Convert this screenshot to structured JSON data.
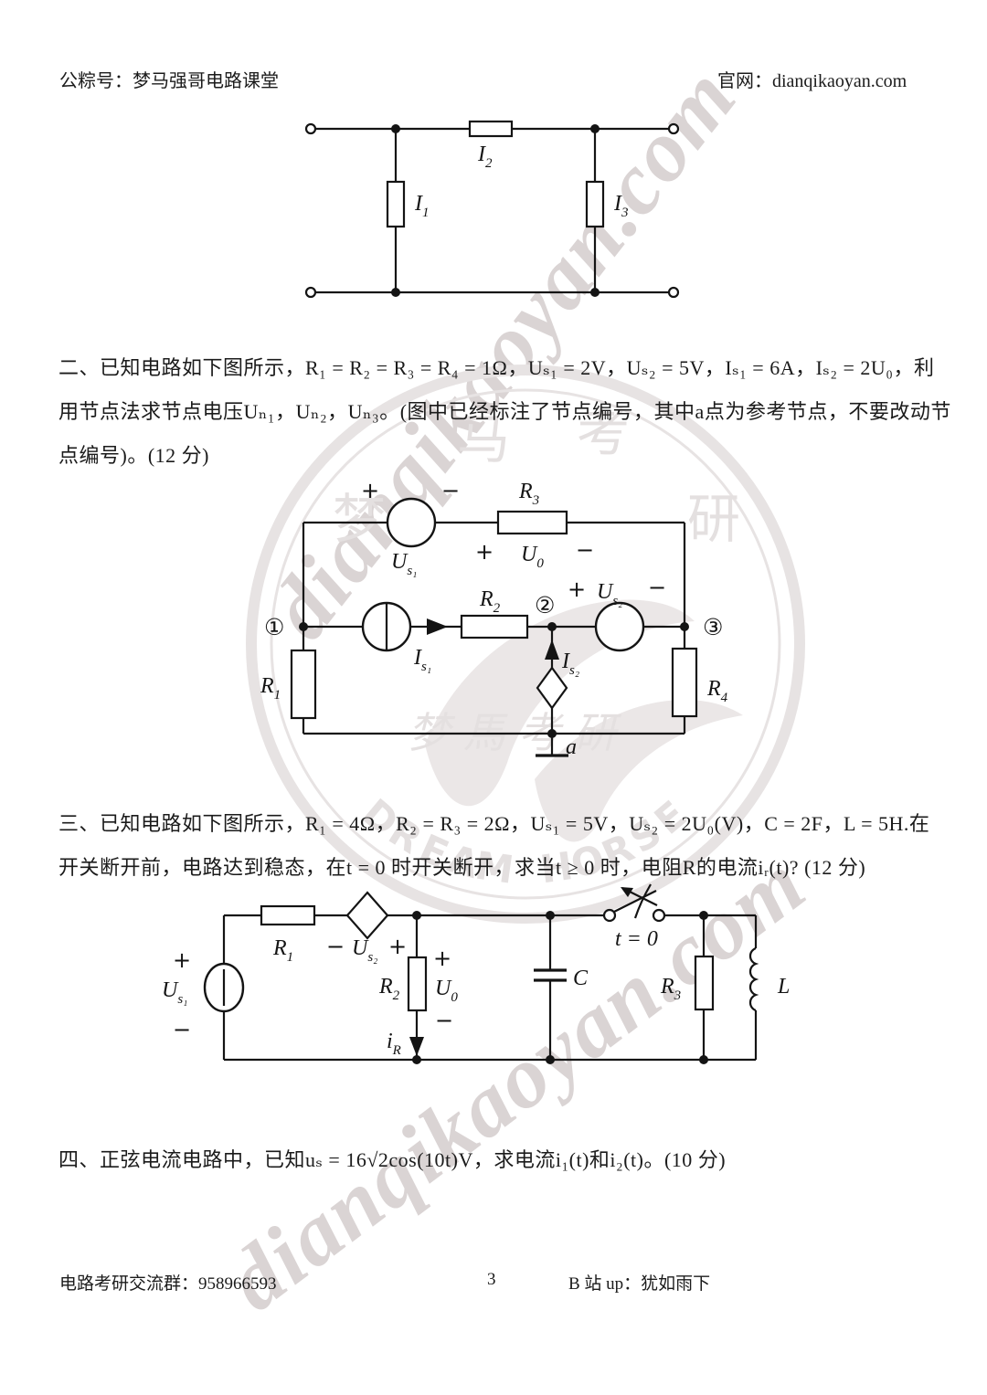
{
  "header": {
    "left": "公粽号：梦马强哥电路课堂",
    "right": "官网：dianqikaoyan.com"
  },
  "watermark": {
    "diagonal_text": "dianqikaoyan.com",
    "logo_chars": [
      "梦",
      "马",
      "考",
      "研"
    ],
    "arc_left": [
      "D",
      "R",
      "E",
      "A",
      "M"
    ],
    "arc_right": [
      "H",
      "O",
      "R",
      "S",
      "E"
    ],
    "logo_script": "梦 馬 考 研"
  },
  "problems": {
    "p2": {
      "lines": [
        "二、已知电路如下图所示，R₁ = R₂ = R₃ = R₄ = 1Ω，Uₛ₁ = 2V，Uₛ₂ = 5V，Iₛ₁ = 6A，Iₛ₂ = 2U₀，利",
        "用节点法求节点电压Uₙ₁，Uₙ₂，Uₙ₃。(图中已经标注了节点编号，其中a点为参考节点，不要改动节",
        "点编号)。(12 分)"
      ]
    },
    "p3": {
      "lines": [
        "三、已知电路如下图所示，R₁ = 4Ω，R₂ = R₃ = 2Ω，Uₛ₁ = 5V，Uₛ₂ = 2U₀(V)，C = 2F，L = 5H.在",
        "开关断开前，电路达到稳态，在t = 0 时开关断开，求当t ≥ 0 时，电阻R的电流iᵣ(t)? (12 分)"
      ]
    },
    "p4": {
      "line": "四、正弦电流电路中，已知uₛ = 16√2cos(10t)V，求电流i₁(t)和i₂(t)。(10 分)"
    }
  },
  "figures": {
    "fig1": {
      "I1": {
        "b": "I",
        "s": "1"
      },
      "I2": {
        "b": "I",
        "s": "2"
      },
      "I3": {
        "b": "I",
        "s": "3"
      }
    },
    "fig2": {
      "node1": "①",
      "node2": "②",
      "node3": "③",
      "ref_node": "a",
      "R1": {
        "b": "R",
        "s": "1"
      },
      "R2": {
        "b": "R",
        "s": "2"
      },
      "R3": {
        "b": "R",
        "s": "3"
      },
      "R4": {
        "b": "R",
        "s": "4"
      },
      "Us1": {
        "b": "U",
        "s": "s₁"
      },
      "Us2": {
        "b": "U",
        "s": "s₂"
      },
      "Is1": {
        "b": "I",
        "s": "s₁"
      },
      "Is2": {
        "b": "I",
        "s": "s₂"
      },
      "U0": {
        "b": "U",
        "s": "0"
      },
      "plus": "+",
      "minus": "−"
    },
    "fig3": {
      "R1": {
        "b": "R",
        "s": "1"
      },
      "R2": {
        "b": "R",
        "s": "2"
      },
      "R3": {
        "b": "R",
        "s": "3"
      },
      "Us1": {
        "b": "U",
        "s": "s₁"
      },
      "Us2": {
        "b": "U",
        "s": "s₂"
      },
      "U0": {
        "b": "U",
        "s": "0"
      },
      "iR": {
        "b": "i",
        "s": "R"
      },
      "C": "C",
      "L": "L",
      "switch_label": "t = 0",
      "plus": "+",
      "minus": "−"
    }
  },
  "footer": {
    "left": "电路考研交流群：958966593",
    "page_number": "3",
    "right": "B 站 up：犹如雨下"
  }
}
